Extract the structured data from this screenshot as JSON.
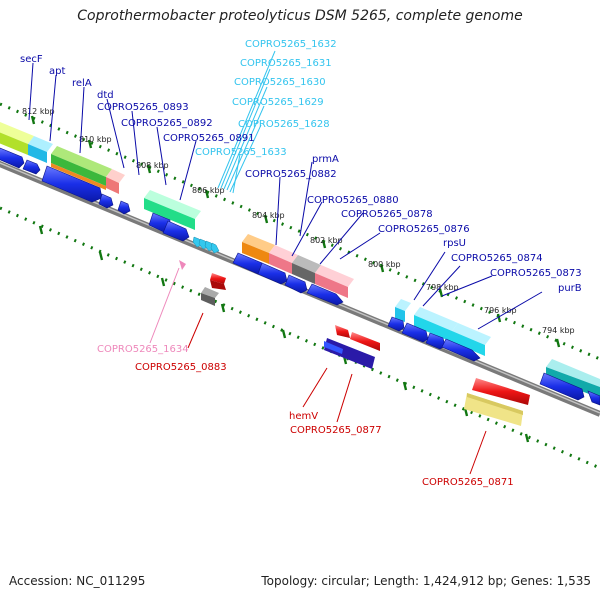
{
  "title": "Coprothermobacter proteolyticus DSM 5265, complete genome",
  "footer": {
    "accession": "Accession: NC_011295",
    "summary": "Topology: circular; Length: 1,424,912 bp; Genes: 1,535"
  },
  "ticks": [
    "812 kbp",
    "810 kbp",
    "808 kbp",
    "806 kbp",
    "804 kbp",
    "802 kbp",
    "800 kbp",
    "798 kbp",
    "796 kbp",
    "794 kbp"
  ],
  "top_labels": [
    "secF",
    "apt",
    "relA",
    "dtd",
    "COPRO5265_0893",
    "COPRO5265_0892",
    "COPRO5265_0891",
    "COPRO5265_1632",
    "COPRO5265_1631",
    "COPRO5265_1630",
    "COPRO5265_1629",
    "COPRO5265_1628",
    "COPRO5265_1633",
    "prmA",
    "COPRO5265_0882",
    "COPRO5265_0880",
    "COPRO5265_0878",
    "COPRO5265_0876",
    "rpsU",
    "COPRO5265_0874",
    "COPRO5265_0873",
    "purB"
  ],
  "bottom_labels": [
    "COPRO5265_1634",
    "COPRO5265_0883",
    "hemV",
    "COPRO5265_0877",
    "COPRO5265_0871"
  ],
  "colors": {
    "cds": "#0033ee",
    "rna": "#33ccee",
    "pseudo": "#e21a1a",
    "pink": "#ee88bb",
    "backbone": "#888888",
    "tick": "#117711"
  }
}
